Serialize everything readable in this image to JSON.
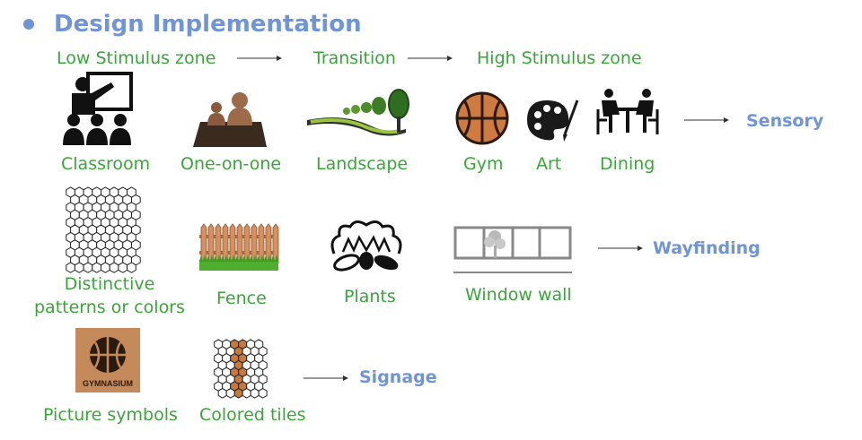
{
  "title": "Design Implementation",
  "zones": {
    "low": "Low Stimulus zone",
    "transition": "Transition",
    "high": "High Stimulus zone"
  },
  "sensory": {
    "category": "Sensory",
    "items": [
      "Classroom",
      "One-on-one",
      "Landscape",
      "Gym",
      "Art",
      "Dining"
    ]
  },
  "wayfinding": {
    "category": "Wayfinding",
    "items": [
      "Distinctive\npatterns or colors",
      "Fence",
      "Plants",
      "Window wall"
    ]
  },
  "signage": {
    "category": "Signage",
    "items": [
      "Picture symbols",
      "Colored tiles"
    ],
    "sign_text": "GYMNASIUM"
  },
  "colors": {
    "accent": "#6f94d8",
    "text_green": "#3aa63a"
  },
  "icons": [
    "classroom-icon",
    "one-on-one-icon",
    "landscape-icon",
    "basketball-icon",
    "art-palette-icon",
    "dining-icon",
    "hexagon-pattern-icon",
    "fence-icon",
    "plants-icon",
    "window-wall-icon",
    "gymnasium-sign-icon",
    "colored-tiles-icon"
  ]
}
